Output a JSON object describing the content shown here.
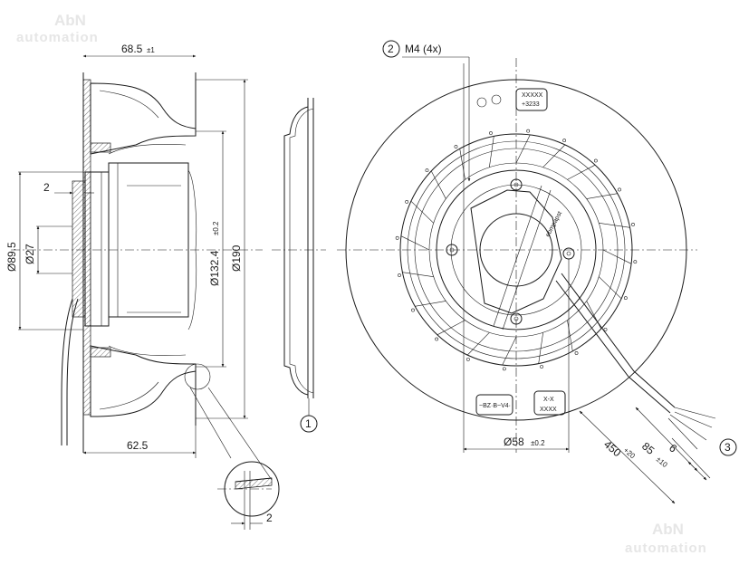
{
  "watermark": {
    "brand": "AbN",
    "sub": "automation"
  },
  "side_view": {
    "dim_overall_depth": "68.5",
    "dim_overall_depth_tol": "±1",
    "dim_wheel_depth": "62.5",
    "dim_flange": "2",
    "dim_outer_hub": "Ø89.5",
    "dim_inner_hub": "Ø27",
    "dim_wheel_inlet": "Ø132.4",
    "dim_wheel_inlet_tol": "±0.2",
    "dim_outer": "Ø190",
    "detail_dim": "2"
  },
  "front_view": {
    "callout_2": "2",
    "thread_label": "M4 (4x)",
    "dim_bolt_circle": "Ø58",
    "dim_bolt_circle_tol": "±0.2",
    "cable_length": "450",
    "cable_length_tol": "+20",
    "strip_length": "85",
    "strip_length_tol": "±10",
    "wire_end": "6",
    "callout_3": "3",
    "label_top_line1": "XXXXX",
    "label_top_line2": "+3233",
    "label_bottom_left": "~BZ·B~V4·",
    "label_bottom_right_line1": "X-X",
    "label_bottom_right_line2": "XXXX",
    "hub_text": "ebmpapst"
  },
  "profile_view": {
    "callout_1": "1"
  }
}
